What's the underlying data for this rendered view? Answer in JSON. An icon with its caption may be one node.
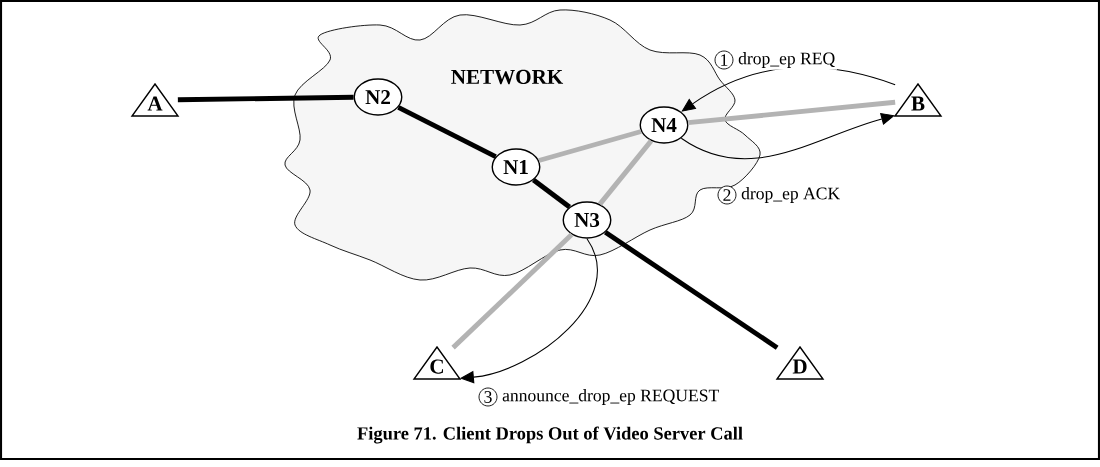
{
  "diagram": {
    "caption": "Figure 71. Client Drops Out of Video Server Call",
    "nodes": [
      {
        "text": [
          "NETWORK"
        ]
      },
      {
        "text": [
          "A"
        ]
      },
      {
        "text": [
          "N2"
        ],
        "in": 0
      },
      {
        "text": [
          "N1"
        ],
        "in": 0
      },
      {
        "text": [
          "N4"
        ],
        "in": 0
      },
      {
        "text": [
          "B"
        ]
      },
      {
        "text": [
          "N3"
        ],
        "in": 0
      },
      {
        "text": [
          "C"
        ]
      },
      {
        "text": [
          "D"
        ]
      }
    ],
    "edges": [
      {
        "from": 1,
        "to": 2,
        "arrow": "none"
      },
      {
        "from": 2,
        "to": 3,
        "arrow": "none"
      },
      {
        "from": 3,
        "to": 6,
        "arrow": "none"
      },
      {
        "from": 6,
        "to": 8,
        "arrow": "none"
      },
      {
        "from": 3,
        "to": 4,
        "arrow": "none",
        "color": "#b3b3b3"
      },
      {
        "from": 4,
        "to": 5,
        "arrow": "none",
        "color": "#b3b3b3"
      },
      {
        "from": 4,
        "to": 6,
        "arrow": "none",
        "color": "#b3b3b3"
      },
      {
        "from": 6,
        "to": 7,
        "arrow": "none",
        "color": "#b3b3b3"
      },
      {
        "from": 5,
        "to": 4,
        "arrow": "to",
        "label": "drop_ep REQ"
      },
      {
        "from": 4,
        "to": 5,
        "arrow": "to",
        "label": "drop_ep ACK"
      },
      {
        "from": 6,
        "to": 7,
        "arrow": "to",
        "label": "announce_drop_ep REQUEST"
      }
    ],
    "labels": [
      "1",
      "2",
      "3"
    ]
  }
}
